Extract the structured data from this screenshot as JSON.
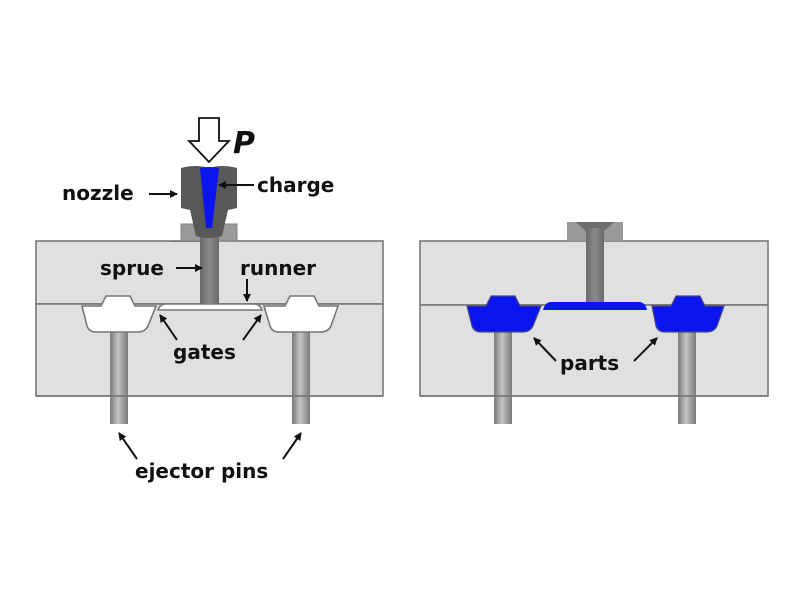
{
  "colors": {
    "mold": "#e0e0e0",
    "mold_edge": "#777777",
    "nozzle": "#555555",
    "sprue_bushing": "#999999",
    "sprue_channel": "#6e6e6e",
    "charge": "#0a14ee",
    "pin": "#9a9a9a",
    "cavity_empty": "#ffffff"
  },
  "left_panel": {
    "pressure_label": "P",
    "labels": {
      "nozzle": "nozzle",
      "charge": "charge",
      "sprue": "sprue",
      "runner": "runner",
      "gates": "gates",
      "ejector_pins": "ejector pins"
    }
  },
  "right_panel": {
    "labels": {
      "parts": "parts"
    }
  }
}
